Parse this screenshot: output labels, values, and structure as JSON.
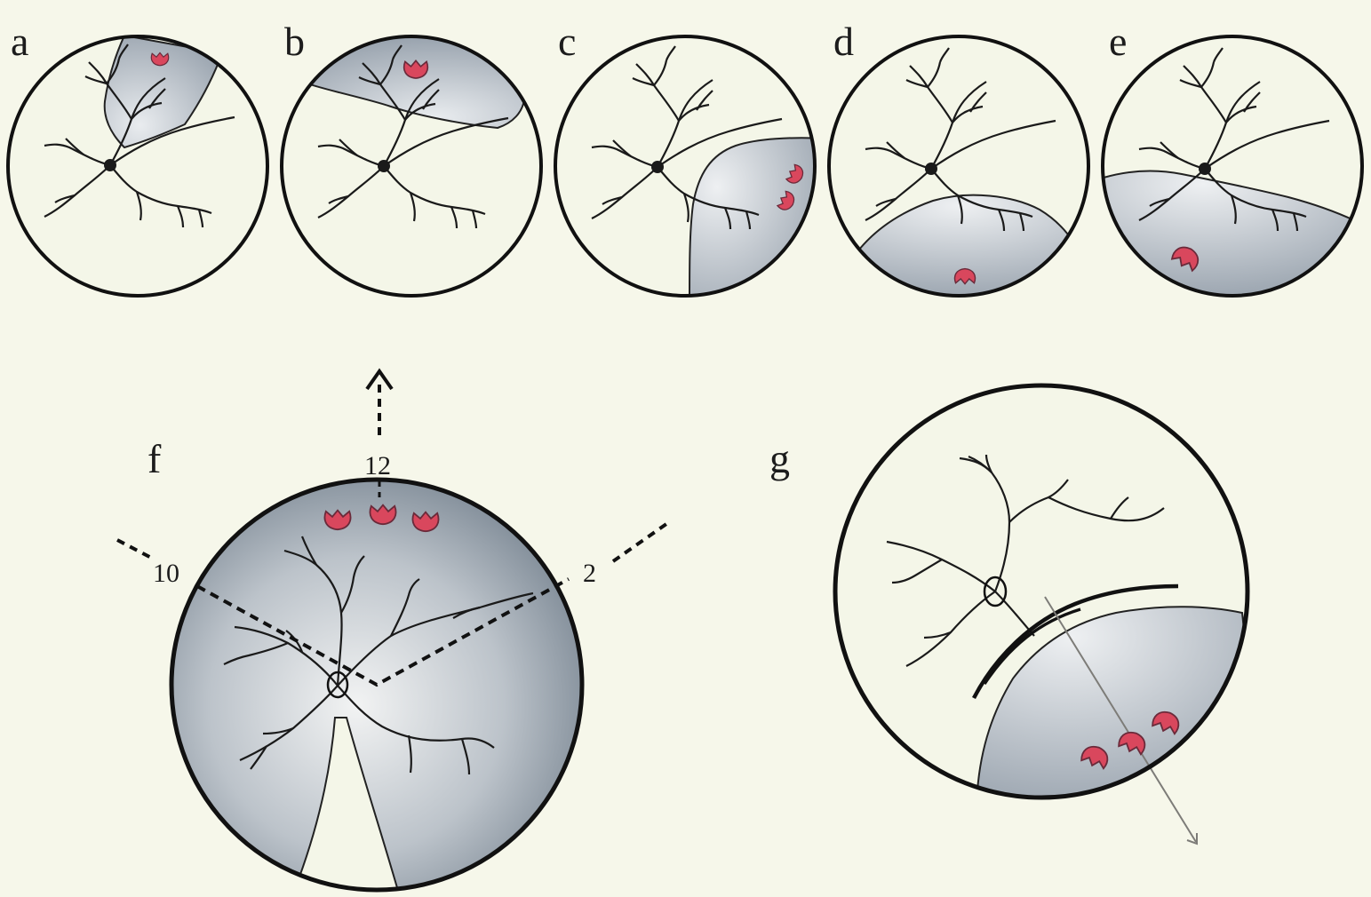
{
  "panels": [
    {
      "id": "a",
      "label": "a"
    },
    {
      "id": "b",
      "label": "b"
    },
    {
      "id": "c",
      "label": "c"
    },
    {
      "id": "d",
      "label": "d"
    },
    {
      "id": "e",
      "label": "e"
    },
    {
      "id": "f",
      "label": "f"
    },
    {
      "id": "g",
      "label": "g"
    }
  ],
  "clock_labels": {
    "twelve": "12",
    "ten": "10",
    "two": "2"
  },
  "colors": {
    "background": "#f6f7ea",
    "fundus": "#f4f6e8",
    "detachment_light": "#e9ecef",
    "detachment_dark": "#8f9aa6",
    "tear": "#d9475d",
    "outline": "#111111"
  }
}
